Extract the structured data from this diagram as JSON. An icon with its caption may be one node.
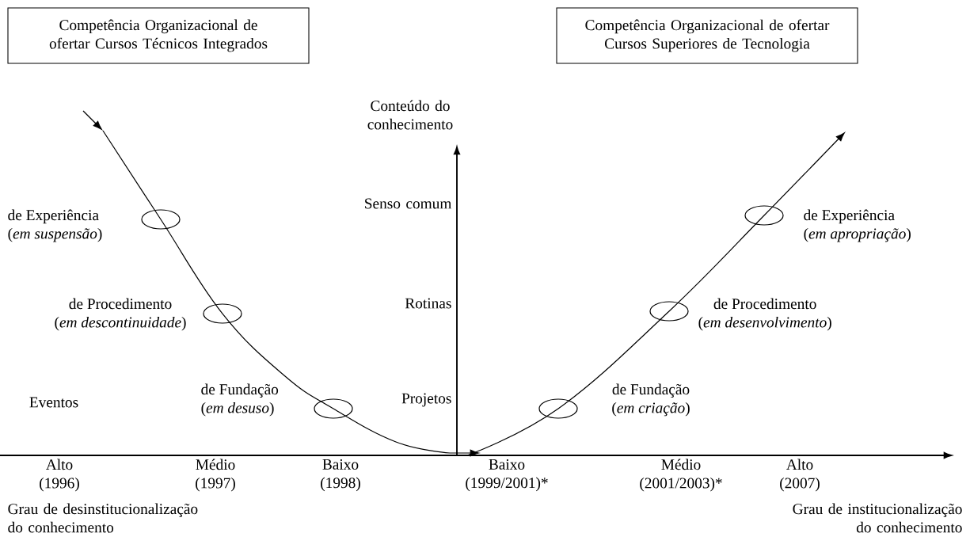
{
  "diagram": {
    "nodes": [
      {
        "text": [
          "Competência Organizacional de ofertar Cursos Técnicos Integrados"
        ]
      },
      {
        "text": [
          "Competência Organizacional de ofertar Cursos Superiores de Tecnologia"
        ]
      },
      {
        "text": [],
        "shape": "circle",
        "beside": [
          "de Experiência",
          "(*em suspensão*)"
        ]
      },
      {
        "text": [],
        "shape": "circle",
        "beside": [
          "de Procedimento",
          "(*em descontinuidade*)"
        ]
      },
      {
        "text": [],
        "shape": "circle",
        "beside": [
          "de Fundação",
          "(*em desuso*)"
        ]
      },
      {
        "text": [],
        "shape": "circle",
        "beside": [
          "de Fundação",
          "(*em criação*)"
        ]
      },
      {
        "text": [],
        "shape": "circle",
        "beside": [
          "de Procedimento",
          "(*em desenvolvimento*)"
        ]
      },
      {
        "text": [],
        "shape": "circle",
        "beside": [
          "de Experiência",
          "(*em apropriação*)"
        ]
      }
    ],
    "labels": [
      "Conteúdo do conhecimento",
      "Senso comum",
      "Rotinas",
      "Eventos",
      "Projetos",
      "Alto (1996)",
      "Médio (1997)",
      "Baixo (1998)",
      "Baixo (1999/2001)*",
      "Médio (2001/2003)*",
      "Alto (2007)",
      "Grau de desinstitucionalização do conhecimento",
      "Grau de institucionalização do conhecimento"
    ]
  }
}
